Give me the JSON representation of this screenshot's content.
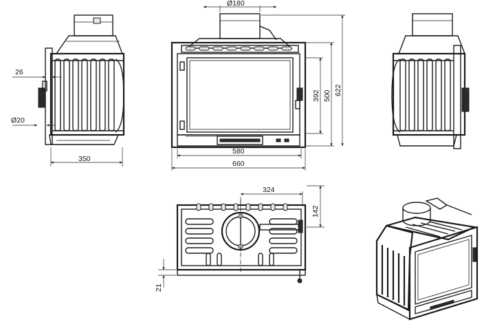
{
  "dimensions": {
    "flue_diameter": "Ø180",
    "side_depth": "350",
    "side_offset": "26",
    "knob_diameter": "Ø20",
    "front_inner_width": "580",
    "front_overall_width": "660",
    "glass_height": "392",
    "body_height": "500",
    "overall_height": "622",
    "top_flue_offset": "324",
    "top_depth": "142",
    "base_height": "21"
  }
}
